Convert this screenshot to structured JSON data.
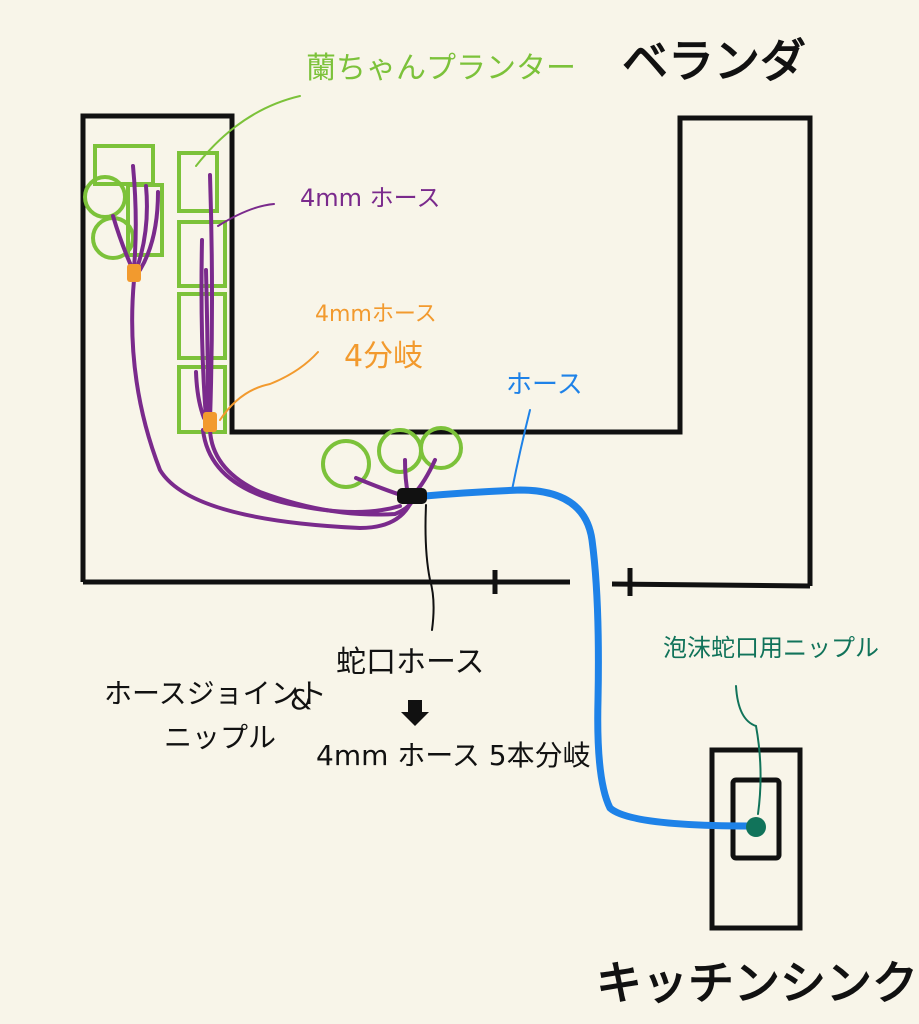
{
  "labels": {
    "veranda": "ベランダ",
    "kitchen_sink": "キッチンシンク",
    "planter": "蘭ちゃんプランター",
    "hose_4mm": "4mm ホース",
    "branch_4_line1": "4mmホース",
    "branch_4_line2": "4分岐",
    "hose": "ホース",
    "faucet_nipple": "泡沫蛇口用ニップル",
    "faucet_hose": "蛇口ホース",
    "five_branch": "4mm ホース 5本分岐",
    "joint_line1": "ホースジョイント",
    "joint_line2": "ニップル",
    "ampersand": "&"
  },
  "colors": {
    "wall": "#111111",
    "planter": "#7cc23a",
    "hose_4mm": "#7a2a8c",
    "branch_joint": "#f29a2e",
    "hose": "#1e82e8",
    "nipple": "#11735a",
    "background": "#f8f5e9"
  }
}
